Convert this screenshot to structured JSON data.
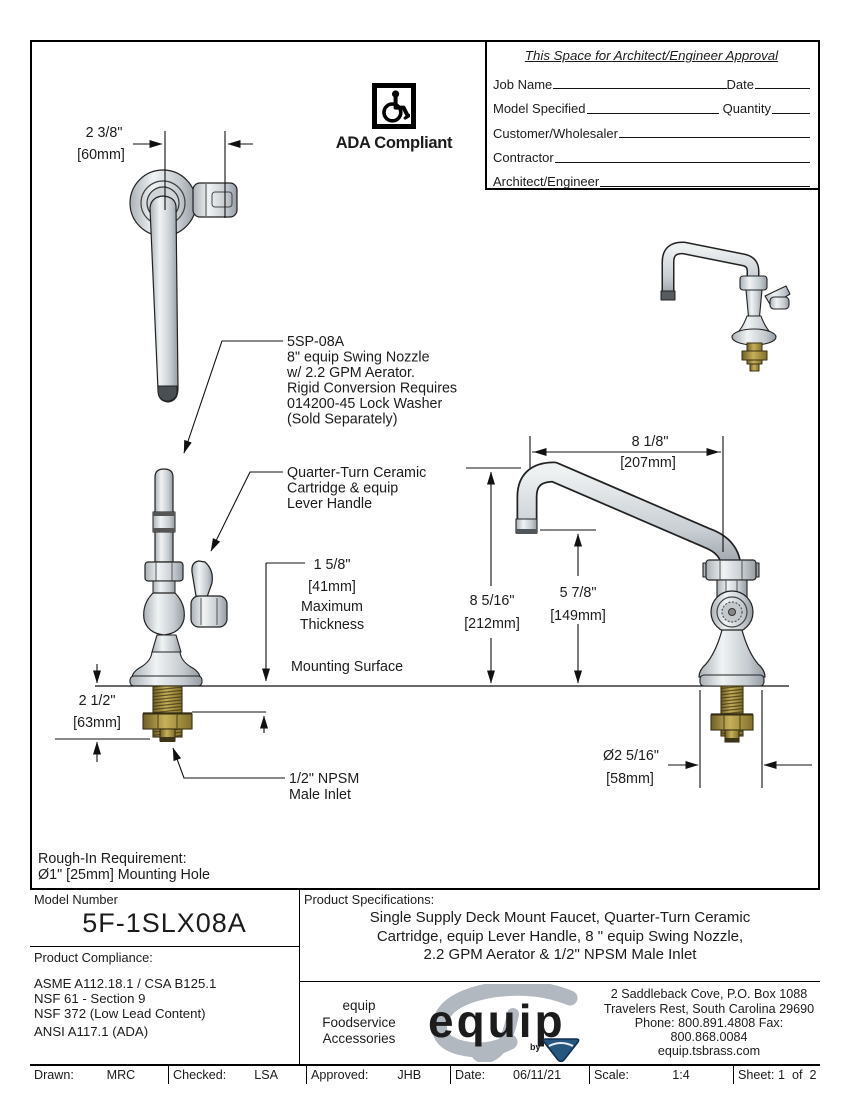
{
  "approval": {
    "title": "This Space for Architect/Engineer Approval",
    "rows": [
      {
        "a": "Job Name",
        "b": "Date"
      },
      {
        "a": "Model Specified",
        "b": "Quantity"
      },
      {
        "a": "Customer/Wholesaler",
        "b": ""
      },
      {
        "a": "Contractor",
        "b": ""
      },
      {
        "a": "Architect/Engineer",
        "b": ""
      }
    ]
  },
  "ada": {
    "label": "ADA Compliant"
  },
  "drawing": {
    "mounting_surface": "Mounting Surface",
    "rough_in": {
      "line1": "Rough-In Requirement:",
      "line2": "Ø1\" [25mm] Mounting Hole"
    },
    "dims": {
      "spout_offset_in": "2 3/8\"",
      "spout_offset_mm": "[60mm]",
      "nozzle_reach_in": "8 1/8\"",
      "nozzle_reach_mm": "[207mm]",
      "overall_height_in": "8 5/16\"",
      "overall_height_mm": "[212mm]",
      "outlet_height_in": "5 7/8\"",
      "outlet_height_mm": "[149mm]",
      "deck_thickness_in": "1 5/8\"",
      "deck_thickness_mm": "[41mm]",
      "deck_thickness_note1": "Maximum",
      "deck_thickness_note2": "Thickness",
      "shank_length_in": "2 1/2\"",
      "shank_length_mm": "[63mm]",
      "flange_dia_in": "Ø2 5/16\"",
      "flange_dia_mm": "[58mm]"
    },
    "callouts": {
      "nozzle": [
        "5SP-08A",
        "8\" equip Swing Nozzle",
        "w/ 2.2 GPM Aerator.",
        "Rigid Conversion Requires",
        "014200-45 Lock Washer",
        "(Sold Separately)"
      ],
      "cartridge": [
        "Quarter-Turn Ceramic",
        "Cartridge & equip",
        "Lever Handle"
      ],
      "inlet": [
        "1/2\" NPSM",
        "Male Inlet"
      ]
    }
  },
  "title_block": {
    "model_number_label": "Model Number",
    "model_number": "5F-1SLX08A",
    "compliance_label": "Product Compliance:",
    "compliance": [
      "ASME A112.18.1 / CSA B125.1",
      "NSF 61 - Section 9",
      "NSF 372 (Low Lead Content)",
      "ANSI A117.1 (ADA)"
    ],
    "specs_label": "Product Specifications:",
    "specs": [
      "Single Supply Deck Mount Faucet, Quarter-Turn Ceramic",
      "Cartridge, equip Lever Handle, 8 \" equip Swing Nozzle,",
      "2.2 GPM Aerator & 1/2\" NPSM Male Inlet"
    ],
    "brand": {
      "tagline": [
        "equip",
        "Foodservice",
        "Accessories"
      ],
      "logo_text": "equip",
      "by": "by",
      "address": [
        "2 Saddleback Cove, P.O. Box 1088",
        "Travelers Rest, South Carolina 29690",
        "Phone: 800.891.4808  Fax: 800.868.0084",
        "equip.tsbrass.com"
      ]
    },
    "footer": [
      {
        "label": "Drawn:",
        "value": "MRC"
      },
      {
        "label": "Checked:",
        "value": "LSA"
      },
      {
        "label": "Approved:",
        "value": "JHB"
      },
      {
        "label": "Date:",
        "value": "06/11/21"
      },
      {
        "label": "Scale:",
        "value": "1:4"
      },
      {
        "label": "Sheet:",
        "value": "1  of  2"
      }
    ]
  },
  "colors": {
    "brass": "#8a7630",
    "metal": "#d9dde0",
    "line": "#111111",
    "logo_gray": "#b2b8c0",
    "ts_blue": "#26567e"
  }
}
